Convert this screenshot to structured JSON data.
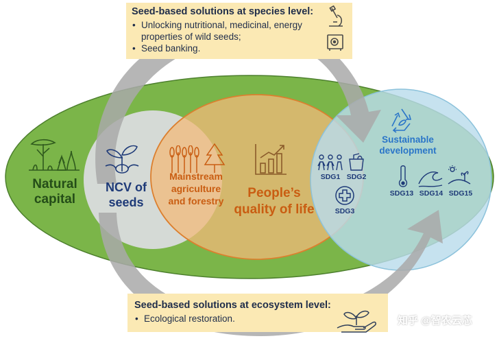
{
  "species_box": {
    "title": "Seed-based solutions at species level:",
    "bullets": [
      "Unlocking nutritional, medicinal, energy properties of wild seeds;",
      "Seed banking."
    ]
  },
  "ecosystem_box": {
    "title": "Seed-based solutions at ecosystem level:",
    "bullets": [
      "Ecological restoration."
    ]
  },
  "natural_capital": {
    "label_line1": "Natural",
    "label_line2": "capital"
  },
  "ncv": {
    "label_line1": "NCV of",
    "label_line2": "seeds"
  },
  "mainstream": {
    "line1": "Mainstream",
    "line2": "agriculture",
    "line3": "and forestry"
  },
  "people": {
    "line1": "People’s",
    "line2": "quality of life"
  },
  "sustainable": {
    "line1": "Sustainable",
    "line2": "development"
  },
  "sdgs": {
    "sdg1": "SDG1",
    "sdg2": "SDG2",
    "sdg3": "SDG3",
    "sdg13": "SDG13",
    "sdg14": "SDG14",
    "sdg15": "SDG15"
  },
  "watermark": "知乎 @智农云芯",
  "colors": {
    "green_fill": "#7bb549",
    "green_stroke": "#4c7f2d",
    "ncv_fill": "#dcdde3",
    "orange_fill": "#f2b97a",
    "orange_stroke": "#dc7f2e",
    "blue_fill": "#b9dcec",
    "blue_stroke": "#8cc2db",
    "box_fill": "#fbe9b4",
    "arrow": "#a9a9a9"
  },
  "icons": [
    "microscope-icon",
    "safe-icon",
    "trees-icon",
    "sprout-icon",
    "wheat-icon",
    "pine-tree-icon",
    "bar-chart-icon",
    "recycle-leaf-icon",
    "people-icon",
    "grocery-bag-icon",
    "health-cross-icon",
    "thermometer-icon",
    "wave-icon",
    "plants-icon",
    "hand-seedling-icon"
  ]
}
